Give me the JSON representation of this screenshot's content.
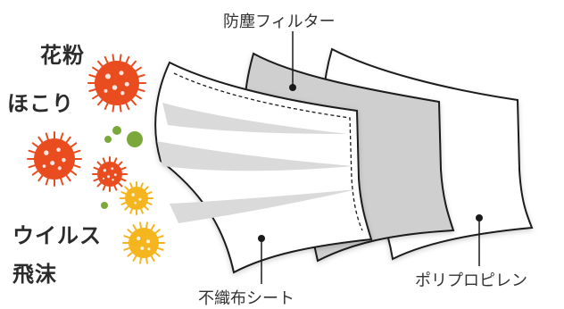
{
  "left_labels": {
    "pollen": "花粉",
    "dust": "ほこり",
    "virus": "ウイルス",
    "droplets": "飛沫"
  },
  "layer_labels": {
    "filter": "防塵フィルター",
    "polypropylene": "ポリプロピレン",
    "nonwoven": "不織布シート"
  },
  "colors": {
    "pollen_red": "#e84c1f",
    "dust_green": "#7aa83a",
    "virus_yellow": "#f5b51e",
    "filter_gray": "#cfcfcf",
    "outline": "#1a1a1a"
  }
}
